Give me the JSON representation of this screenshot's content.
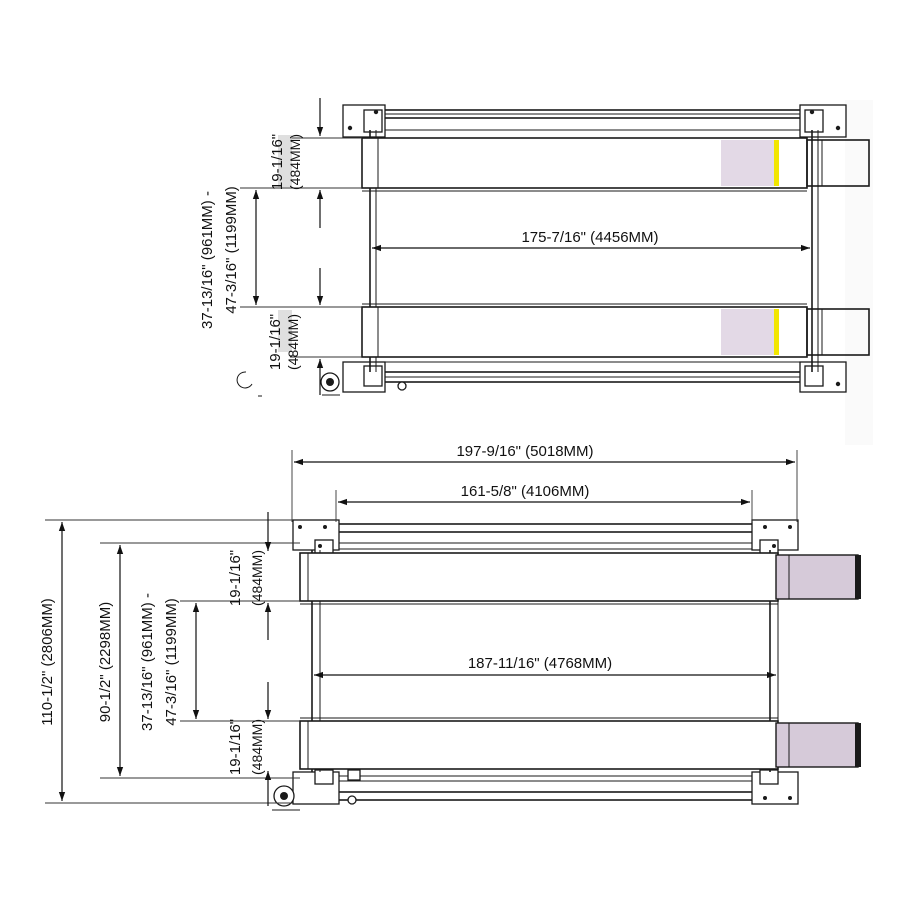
{
  "top_view": {
    "width_label": "175-7/16\" (4456MM)",
    "runway_upper_label_a": "19-1/16\"",
    "runway_upper_label_b": "(484MM)",
    "runway_lower_label_a": "19-1/16\"",
    "runway_lower_label_b": "(484MM)",
    "gap_label_a": "37-13/16\" (961MM) -",
    "gap_label_b": "47-3/16\" (1199MM)"
  },
  "bottom_view": {
    "overall_length_label": "197-9/16\" (5018MM)",
    "post_spacing_label": "161-5/8\" (4106MM)",
    "runway_length_label": "187-11/16\" (4768MM)",
    "overall_width_label": "110-1/2\" (2806MM)",
    "inner_width_label": "90-1/2\" (2298MM)",
    "gap_label_a": "37-13/16\" (961MM) -",
    "gap_label_b": "47-3/16\" (1199MM)",
    "runway_upper_label_a": "19-1/16\"",
    "runway_upper_label_b": "(484MM)",
    "runway_lower_label_a": "19-1/16\"",
    "runway_lower_label_b": "(484MM)"
  },
  "colors": {
    "ramp": "#d6cad9",
    "highlight": "#f2e600",
    "line": "#1a1a1a",
    "background": "#ffffff"
  }
}
